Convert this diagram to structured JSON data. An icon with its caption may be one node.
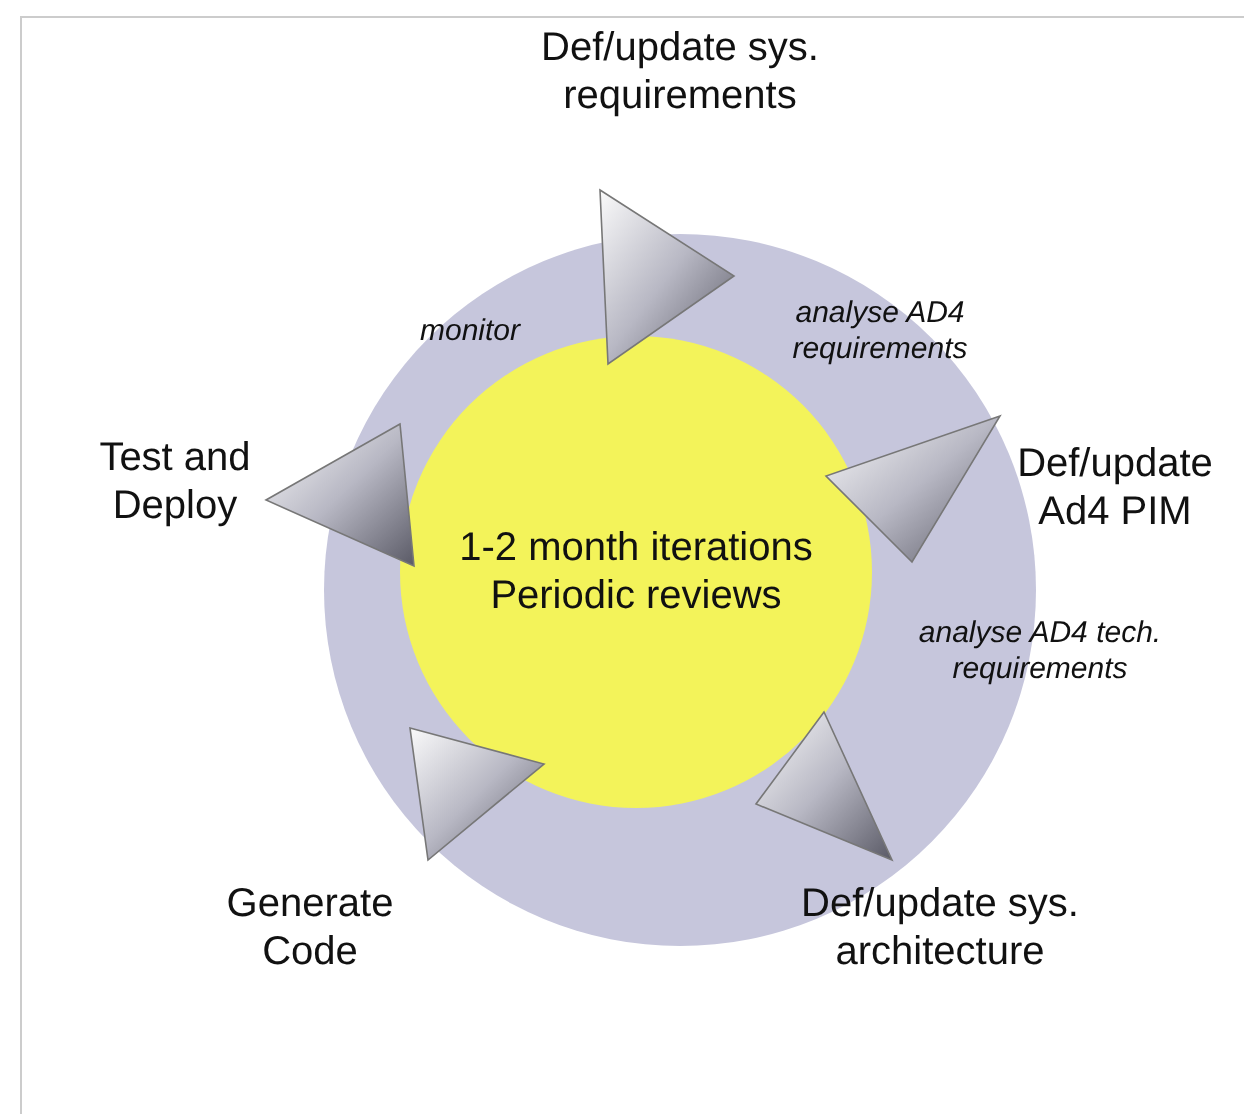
{
  "diagram": {
    "nodes": [
      {
        "text": [],
        "shape": "circle"
      },
      {
        "text": [
          "1-2 month iterations Periodic reviews"
        ],
        "in": 0
      }
    ],
    "labels": [
      "Def/update sys. requirements",
      "monitor",
      "analyse AD4 requirements",
      "Test and Deploy",
      "Def/update Ad4 PIM",
      "analyse AD4 tech. requirements",
      "Generate Code",
      "Def/update sys. architecture"
    ]
  }
}
